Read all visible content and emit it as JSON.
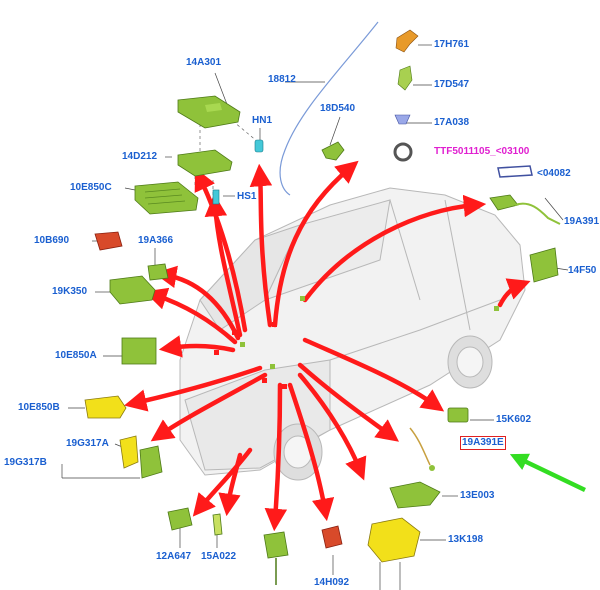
{
  "labels": {
    "l14A301": "14A301",
    "l18812": "18812",
    "l17H761": "17H761",
    "l17D547": "17D547",
    "l18D540": "18D540",
    "lHN1": "HN1",
    "l17A038": "17A038",
    "lTTF": "TTF5011105_<03100",
    "l14D212": "14D212",
    "l10E850C": "10E850C",
    "lHS1": "HS1",
    "l04082": "<04082",
    "l19A391": "19A391",
    "l10B690": "10B690",
    "l19A366": "19A366",
    "l14F50": "14F50",
    "l19K350": "19K350",
    "l10E850A": "10E850A",
    "l10E850B": "10E850B",
    "l15K602": "15K602",
    "l19G317A": "19G317A",
    "l19A391E": "19A391E",
    "l19G317B": "19G317B",
    "l13E003": "13E003",
    "l13K198": "13K198",
    "l12A647": "12A647",
    "l15A022": "15A022",
    "l14H092": "14H092"
  },
  "colors": {
    "label": "#1a5fd0",
    "label_magenta": "#e01fd0",
    "arrow_red": "#ff1a1a",
    "pointer_green": "#33dd22",
    "highlight_box": "#e02020",
    "component_green": "#8fc23a",
    "component_yellow": "#f2e01a",
    "component_orange": "#e8862a",
    "component_red": "#d8402a"
  }
}
